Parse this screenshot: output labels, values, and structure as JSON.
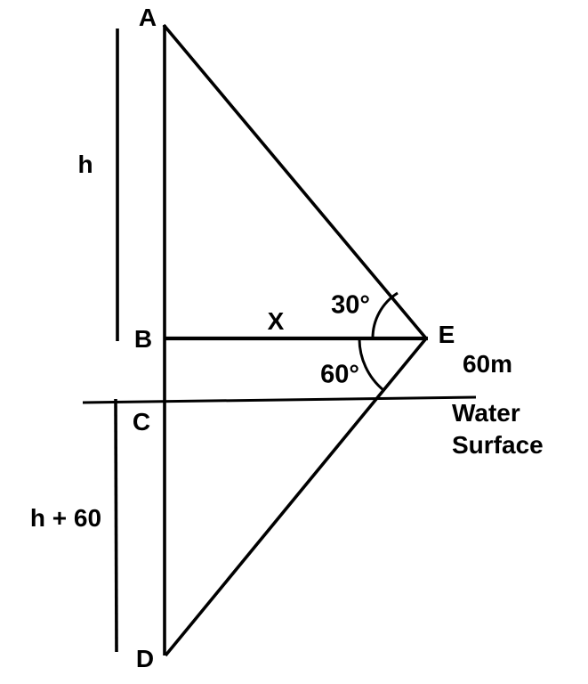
{
  "figure": {
    "vertices": {
      "A": "A",
      "B": "B",
      "C": "C",
      "D": "D",
      "E": "E"
    },
    "labels": {
      "h": "h",
      "h_plus_60": "h + 60",
      "x": "X",
      "angle_elevation": "30°",
      "angle_depression": "60°",
      "distance_60m": "60m",
      "water_line_1": "Water",
      "water_line_2": "Surface"
    },
    "colors": {
      "line": "#000000",
      "text": "#000000",
      "background": "#ffffff"
    }
  }
}
